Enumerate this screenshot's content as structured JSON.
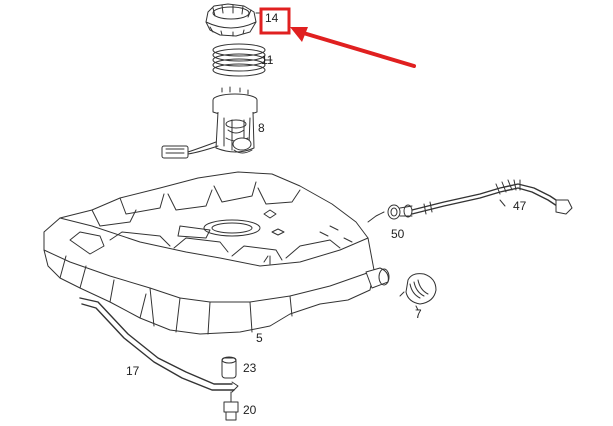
{
  "parts": [
    {
      "id": "14",
      "label": "14"
    },
    {
      "id": "11",
      "label": "11"
    },
    {
      "id": "8",
      "label": "8"
    },
    {
      "id": "47",
      "label": "47"
    },
    {
      "id": "50",
      "label": "50"
    },
    {
      "id": "7",
      "label": "7"
    },
    {
      "id": "5",
      "label": "5"
    },
    {
      "id": "17",
      "label": "17"
    },
    {
      "id": "23",
      "label": "23"
    },
    {
      "id": "20",
      "label": "20"
    }
  ],
  "highlight": {
    "part": "14",
    "color": "#e02020"
  },
  "colors": {
    "line": "#333333",
    "background": "#ffffff",
    "annotation": "#e02020"
  }
}
